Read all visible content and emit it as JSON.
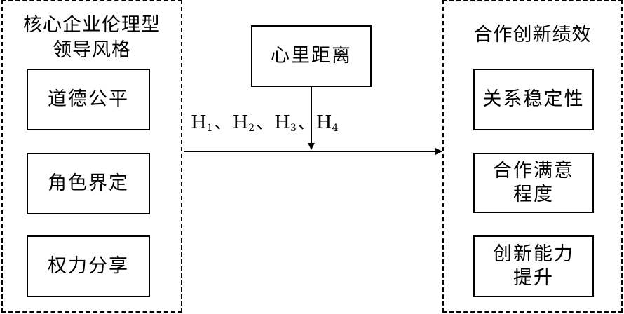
{
  "left_group": {
    "title": "核心企业伦理型\n领导风格",
    "items": [
      "道德公平",
      "角色界定",
      "权力分享"
    ]
  },
  "mediator": {
    "label": "心里距离"
  },
  "right_group": {
    "title": "合作创新绩效",
    "items": [
      "关系稳定性",
      "合作满意\n程度",
      "创新能力\n提升"
    ]
  },
  "hypotheses": {
    "letter": "H",
    "subscripts": [
      "1",
      "2",
      "3",
      "4"
    ],
    "separator": "、"
  }
}
